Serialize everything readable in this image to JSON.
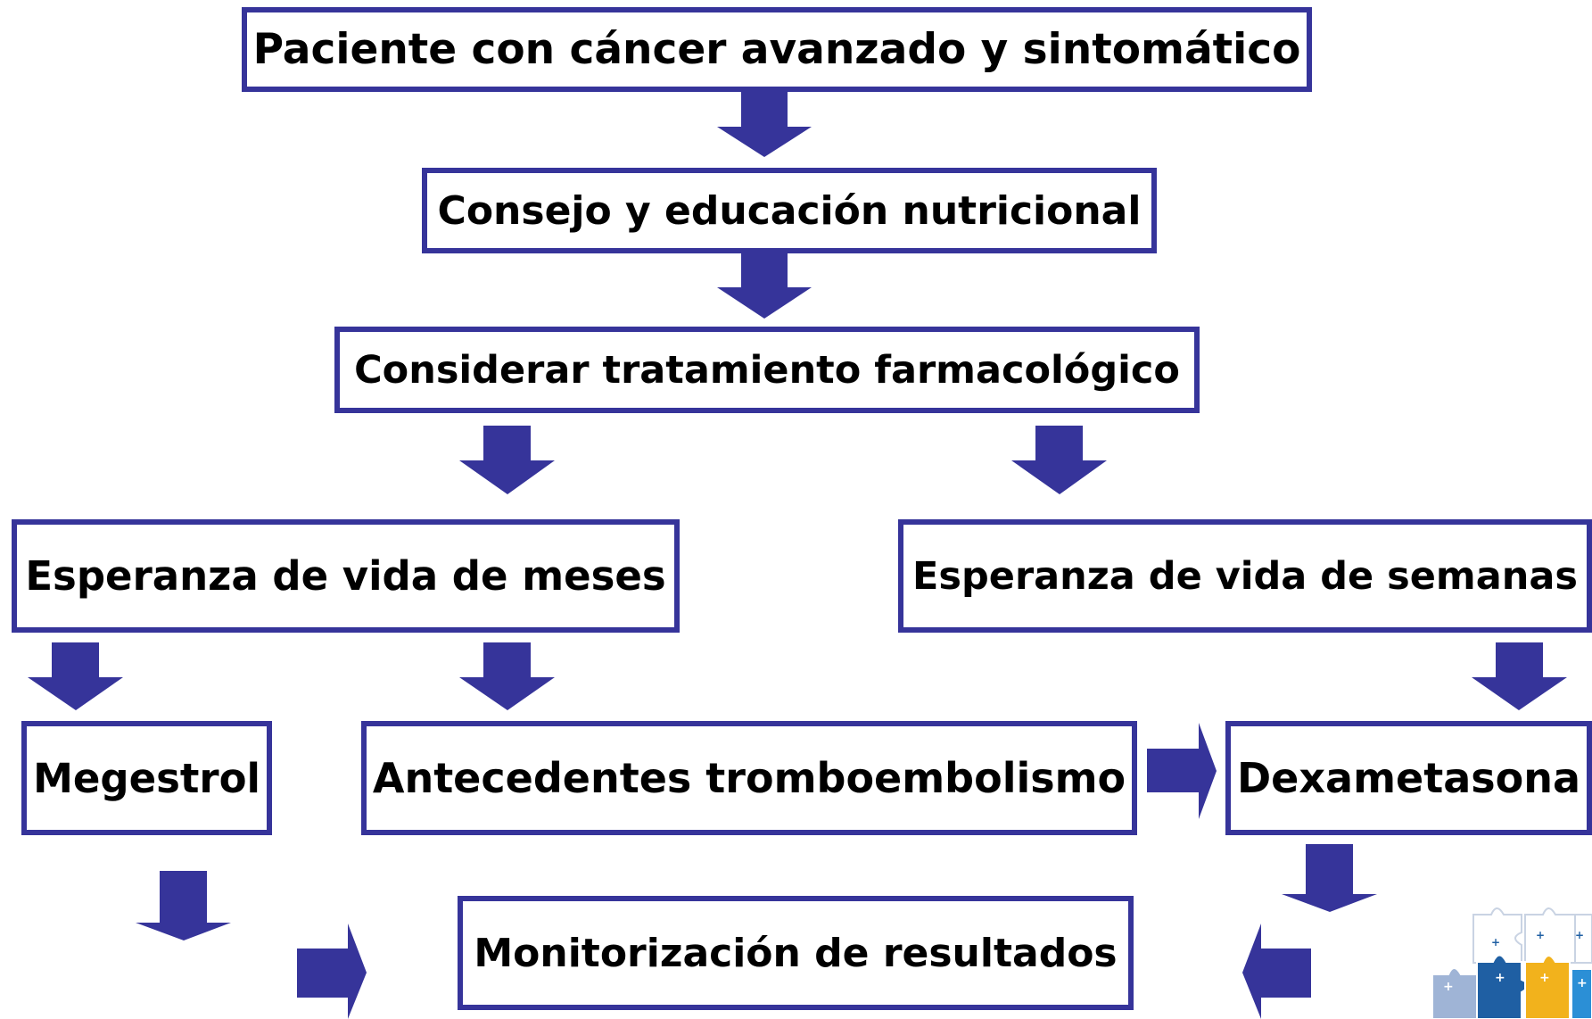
{
  "colors": {
    "accent": "#36349a",
    "text": "#000000",
    "background": "#ffffff"
  },
  "nodes": {
    "patient": "Paciente con cáncer avanzado y sintomático",
    "counsel": "Consejo y educación nutricional",
    "consider": "Considerar tratamiento farmacológico",
    "months": "Esperanza de vida de meses",
    "weeks": "Esperanza de vida de semanas",
    "megestrol": "Megestrol",
    "thrombo": "Antecedentes tromboembolismo",
    "dexa": "Dexametasona",
    "monitor": "Monitorización de resultados"
  },
  "logo": {
    "name": "puzzle-logo",
    "colors": [
      "#9fb4d6",
      "#1f5fa3",
      "#f2b21c",
      "#2b8fd6"
    ]
  }
}
